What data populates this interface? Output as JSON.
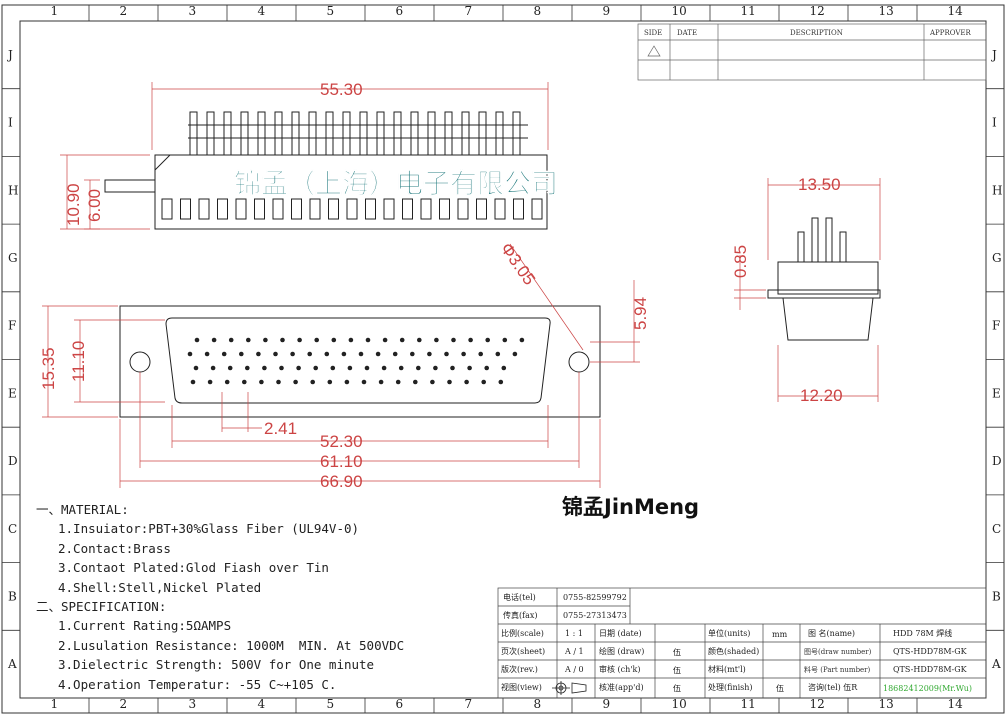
{
  "zones": {
    "columns": [
      "1",
      "2",
      "3",
      "4",
      "5",
      "6",
      "7",
      "8",
      "9",
      "10",
      "11",
      "12",
      "13",
      "14"
    ],
    "rows": [
      "J",
      "I",
      "H",
      "G",
      "F",
      "E",
      "D",
      "C",
      "B",
      "A"
    ]
  },
  "revision_table": {
    "side": "SIDE",
    "date": "DATE",
    "description": "DESCRIPTION",
    "approver": "APPROVER"
  },
  "watermark": "锦孟（上海）电子有限公司",
  "logo": "锦孟JinMeng",
  "dimensions": {
    "top_width": "55.30",
    "side_height": "10.90",
    "side_height2": "6.00",
    "side_view_width": "13.50",
    "pin_gap": "0.85",
    "side_view_base": "12.20",
    "hole": "Φ3.05",
    "flange_height": "15.35",
    "shell_height": "11.10",
    "hole_offset": "5.94",
    "pitch": "2.41",
    "shell_width": "52.30",
    "hole_spacing": "61.10",
    "overall_width": "66.90"
  },
  "notes": {
    "material_heading": "一、MATERIAL:",
    "m1": "1.Insuiator:PBT+30%Glass Fiber (UL94V-0)",
    "m2": "2.Contact:Brass",
    "m3": "3.Contaot Plated:Glod Fiash over Tin",
    "m4": "4.Shell:Stell,Nickel Plated",
    "spec_heading": "二、SPECIFICATION:",
    "s1": "1.Current Rating:5ΩAMPS",
    "s2": "2.Lusulation Resistance: 1000M  MIN. At 500VDC",
    "s3": "3.Dielectric Strength: 500V for One minute",
    "s4": "4.Operation Temperatur: -55 C~+105 C."
  },
  "title_block": {
    "tel_label": "电话(tel)",
    "tel": "0755-82599792",
    "fax_label": "传真(fax)",
    "fax": "0755-27313473",
    "scale_label": "比例(scale)",
    "scale": "1 : 1",
    "date_label": "日期 (date)",
    "units_label": "单位(units)",
    "units": "mm",
    "name_label": "图  名(name)",
    "name": "HDD 78M 焊线",
    "sheet_label": "页次(sheet)",
    "sheet": "A / 1",
    "draw_label": "绘图 (draw)",
    "draw": "伍",
    "shaded_label": "颜色(shaded)",
    "drawno_label": "图号(draw number)",
    "drawno": "QTS-HDD78M-GK",
    "rev_label": "版次(rev.)",
    "rev": "A / 0",
    "chk_label": "审核 (ch'k)",
    "chk": "伍",
    "mtl_label": "材料(mt'l)",
    "partno_label": "料号 (Part number)",
    "partno": "QTS-HDD78M-GK",
    "view_label": "视图(view)",
    "appd_label": "核准(app'd)",
    "appd": "伍",
    "finish_label": "处理(finish)",
    "finish": "伍",
    "contact_label": "咨询(tel) 伍R",
    "contact": "18682412009(Mr.Wu)"
  }
}
